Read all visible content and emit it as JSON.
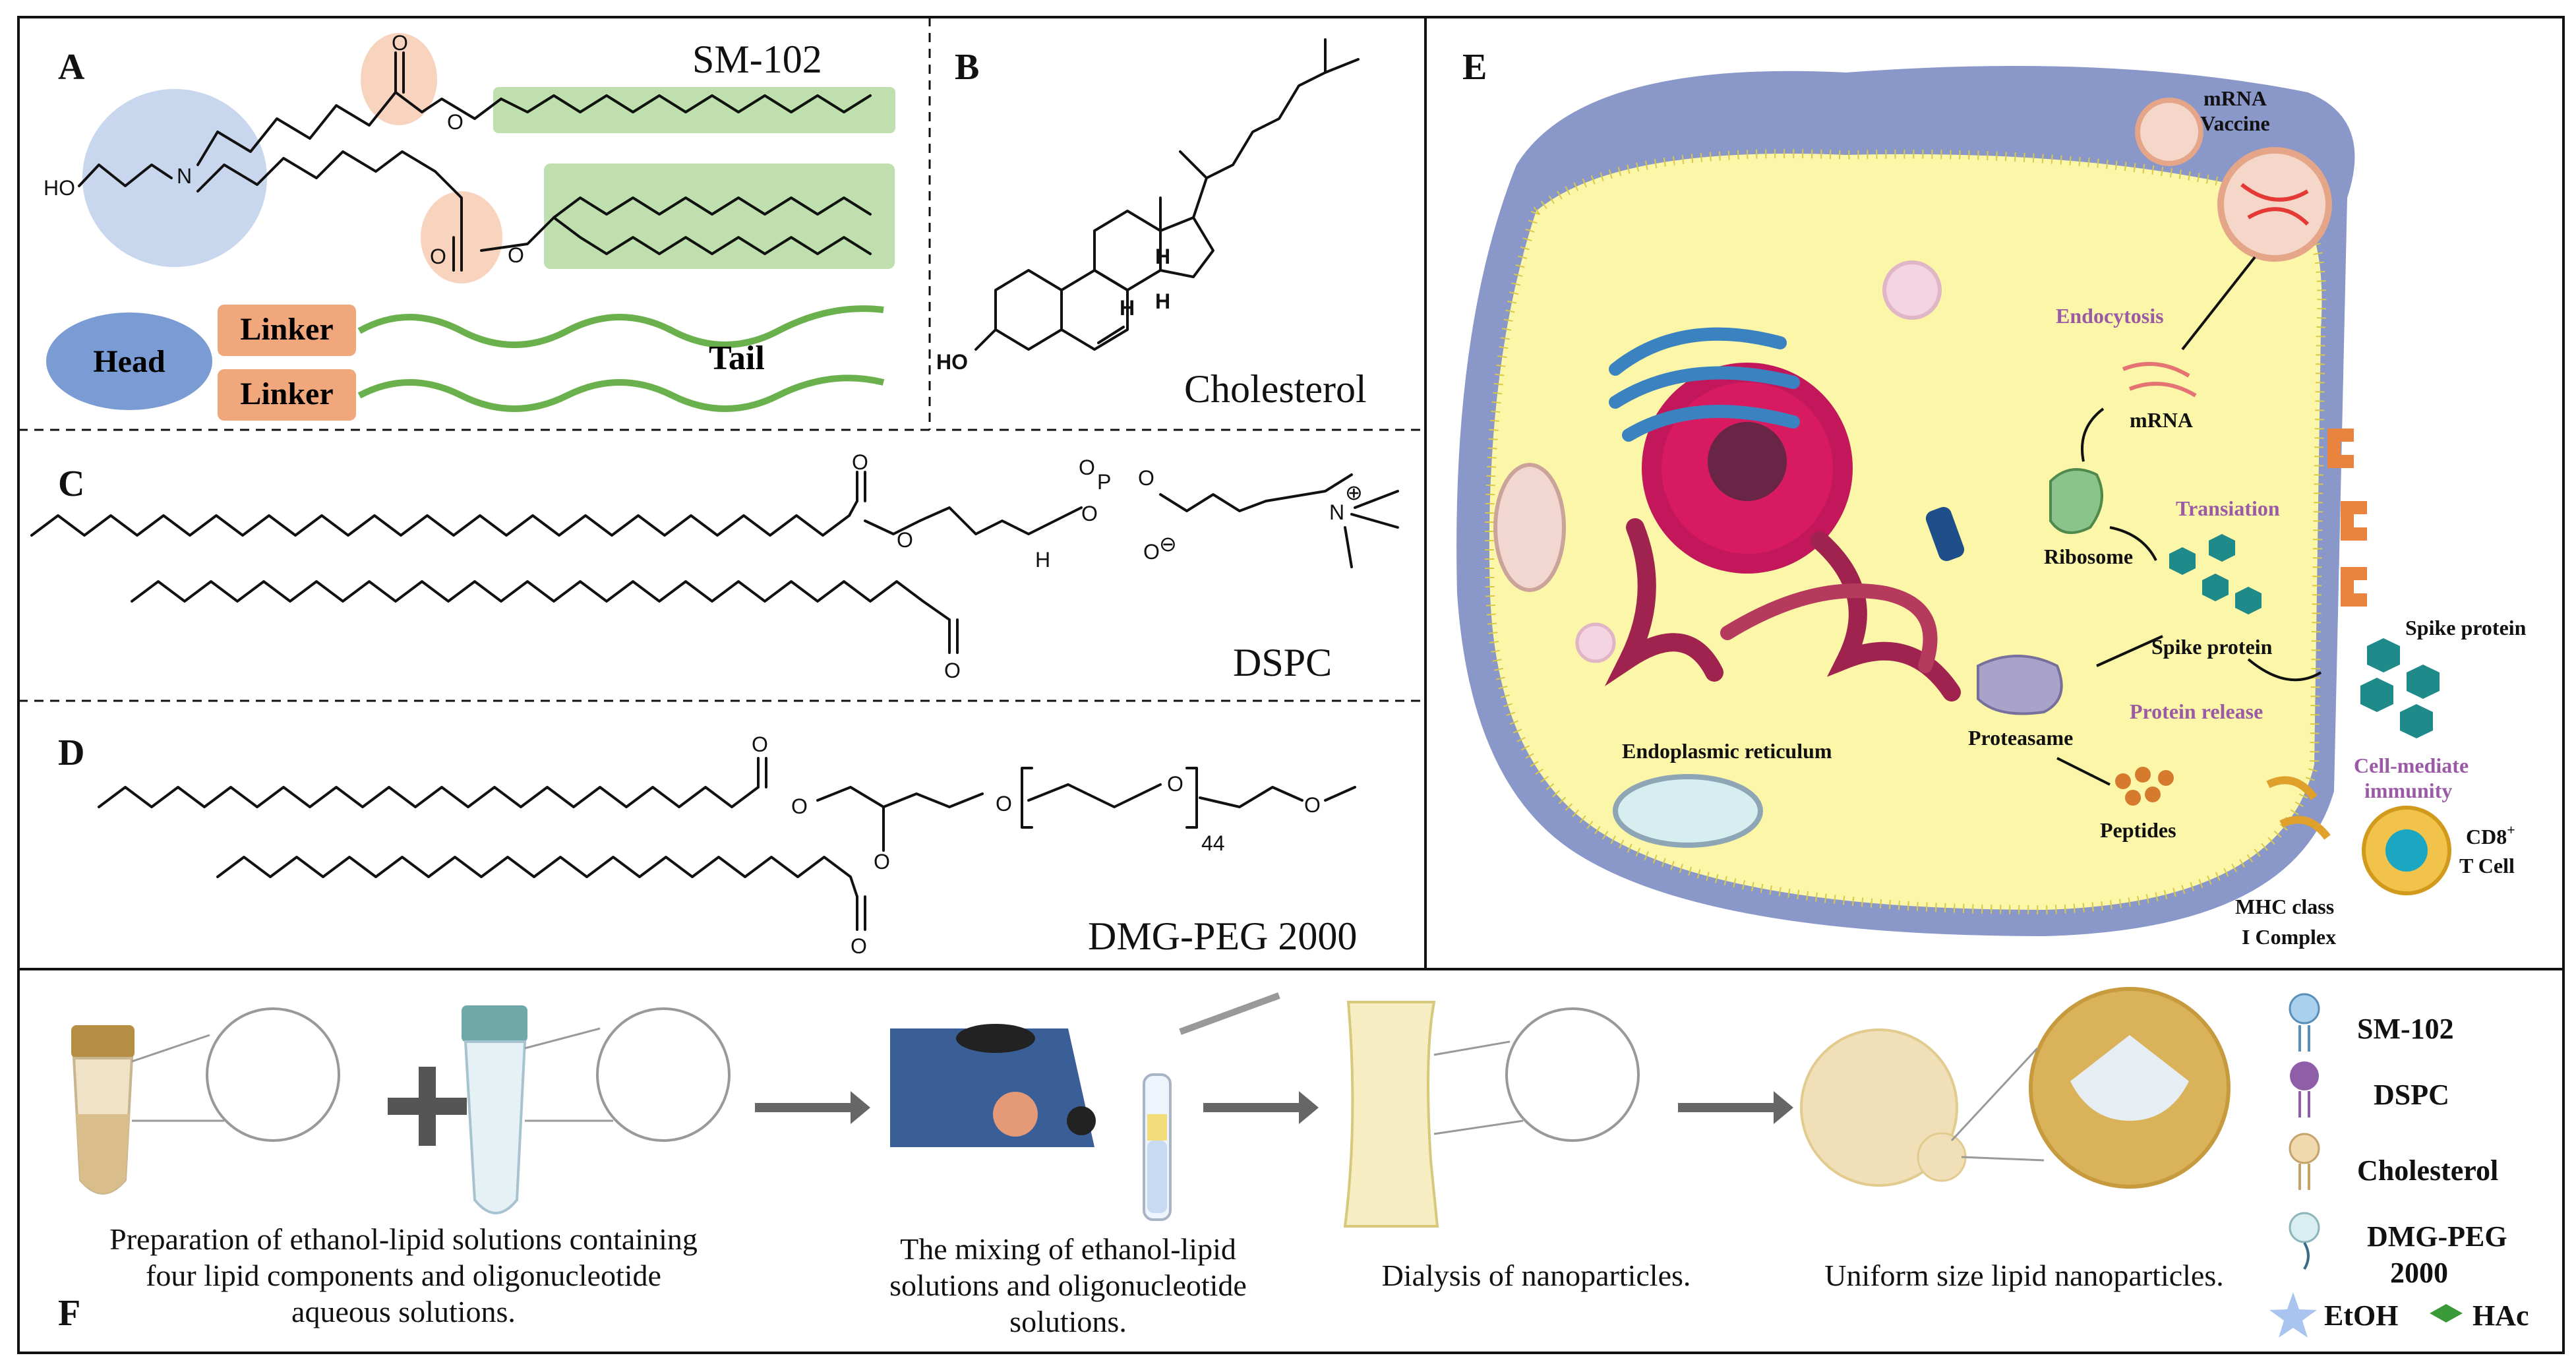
{
  "panels": {
    "A": {
      "label": "A",
      "name": "SM-102",
      "atoms": {
        "ho": "HO",
        "n": "N",
        "o1": "O",
        "o2": "O",
        "o3": "O",
        "o4": "O"
      },
      "cartoon": {
        "head": "Head",
        "linker1": "Linker",
        "linker2": "Linker",
        "tail": "Tail"
      }
    },
    "B": {
      "label": "B",
      "name": "Cholesterol",
      "atoms": {
        "ho": "HO",
        "h1": "H",
        "h2": "H",
        "h3": "H"
      }
    },
    "C": {
      "label": "C",
      "name": "DSPC",
      "atoms": {
        "o1": "O",
        "o2": "O",
        "o3": "O",
        "o4": "O",
        "o5": "O",
        "o6": "O",
        "o7": "O",
        "p": "P",
        "n": "N",
        "h": "H",
        "plus": "⊕",
        "minus": "⊖"
      }
    },
    "D": {
      "label": "D",
      "name": "DMG-PEG 2000",
      "atoms": {
        "o1": "O",
        "o2": "O",
        "o3": "O",
        "o4": "O",
        "o5": "O",
        "o6": "O",
        "o7": "O",
        "n": "44"
      }
    },
    "E": {
      "label": "E",
      "labels": {
        "vaccine1": "mRNA",
        "vaccine2": "Vaccine",
        "endocytosis": "Endocytosis",
        "mrna": "mRNA",
        "translation": "Transiation",
        "ribosome": "Ribosome",
        "spike_inner": "Spike protein",
        "spike_outer": "Spike protein",
        "protein_release": "Protein release",
        "proteasome": "Proteasame",
        "peptides": "Peptides",
        "er": "Endoplasmic reticulum",
        "cmi1": "Cell-mediate",
        "cmi2": "immunity",
        "cd8": "CD8",
        "cd8_sup": "+",
        "tcell": "T Cell",
        "mhc1": "MHC class",
        "mhc2": "I Complex"
      }
    },
    "F": {
      "label": "F",
      "captions": {
        "c1_l1": "Preparation of ethanol-lipid solutions containing",
        "c1_l2": "four lipid components and oligonucleotide",
        "c1_l3": "aqueous solutions.",
        "c2_l1": "The mixing of ethanol-lipid",
        "c2_l2": "solutions and oligonucleotide",
        "c2_l3": "solutions.",
        "c3": "Dialysis of nanoparticles.",
        "c4": "Uniform size lipid nanoparticles."
      },
      "legend": {
        "sm102": "SM-102",
        "dspc": "DSPC",
        "chol": "Cholesterol",
        "dmg1": "DMG-PEG",
        "dmg2": "2000",
        "etoh": "EtOH",
        "hac": "HAc"
      }
    }
  },
  "colors": {
    "head": "#7a9bd3",
    "linker": "#f1a77c",
    "tail_green": "#7cc06c",
    "cell_fill": "#f7f3a5",
    "membrane": "#9aa6d6",
    "nucleus": "#c2185b",
    "purple_label": "#9b5aa6"
  }
}
